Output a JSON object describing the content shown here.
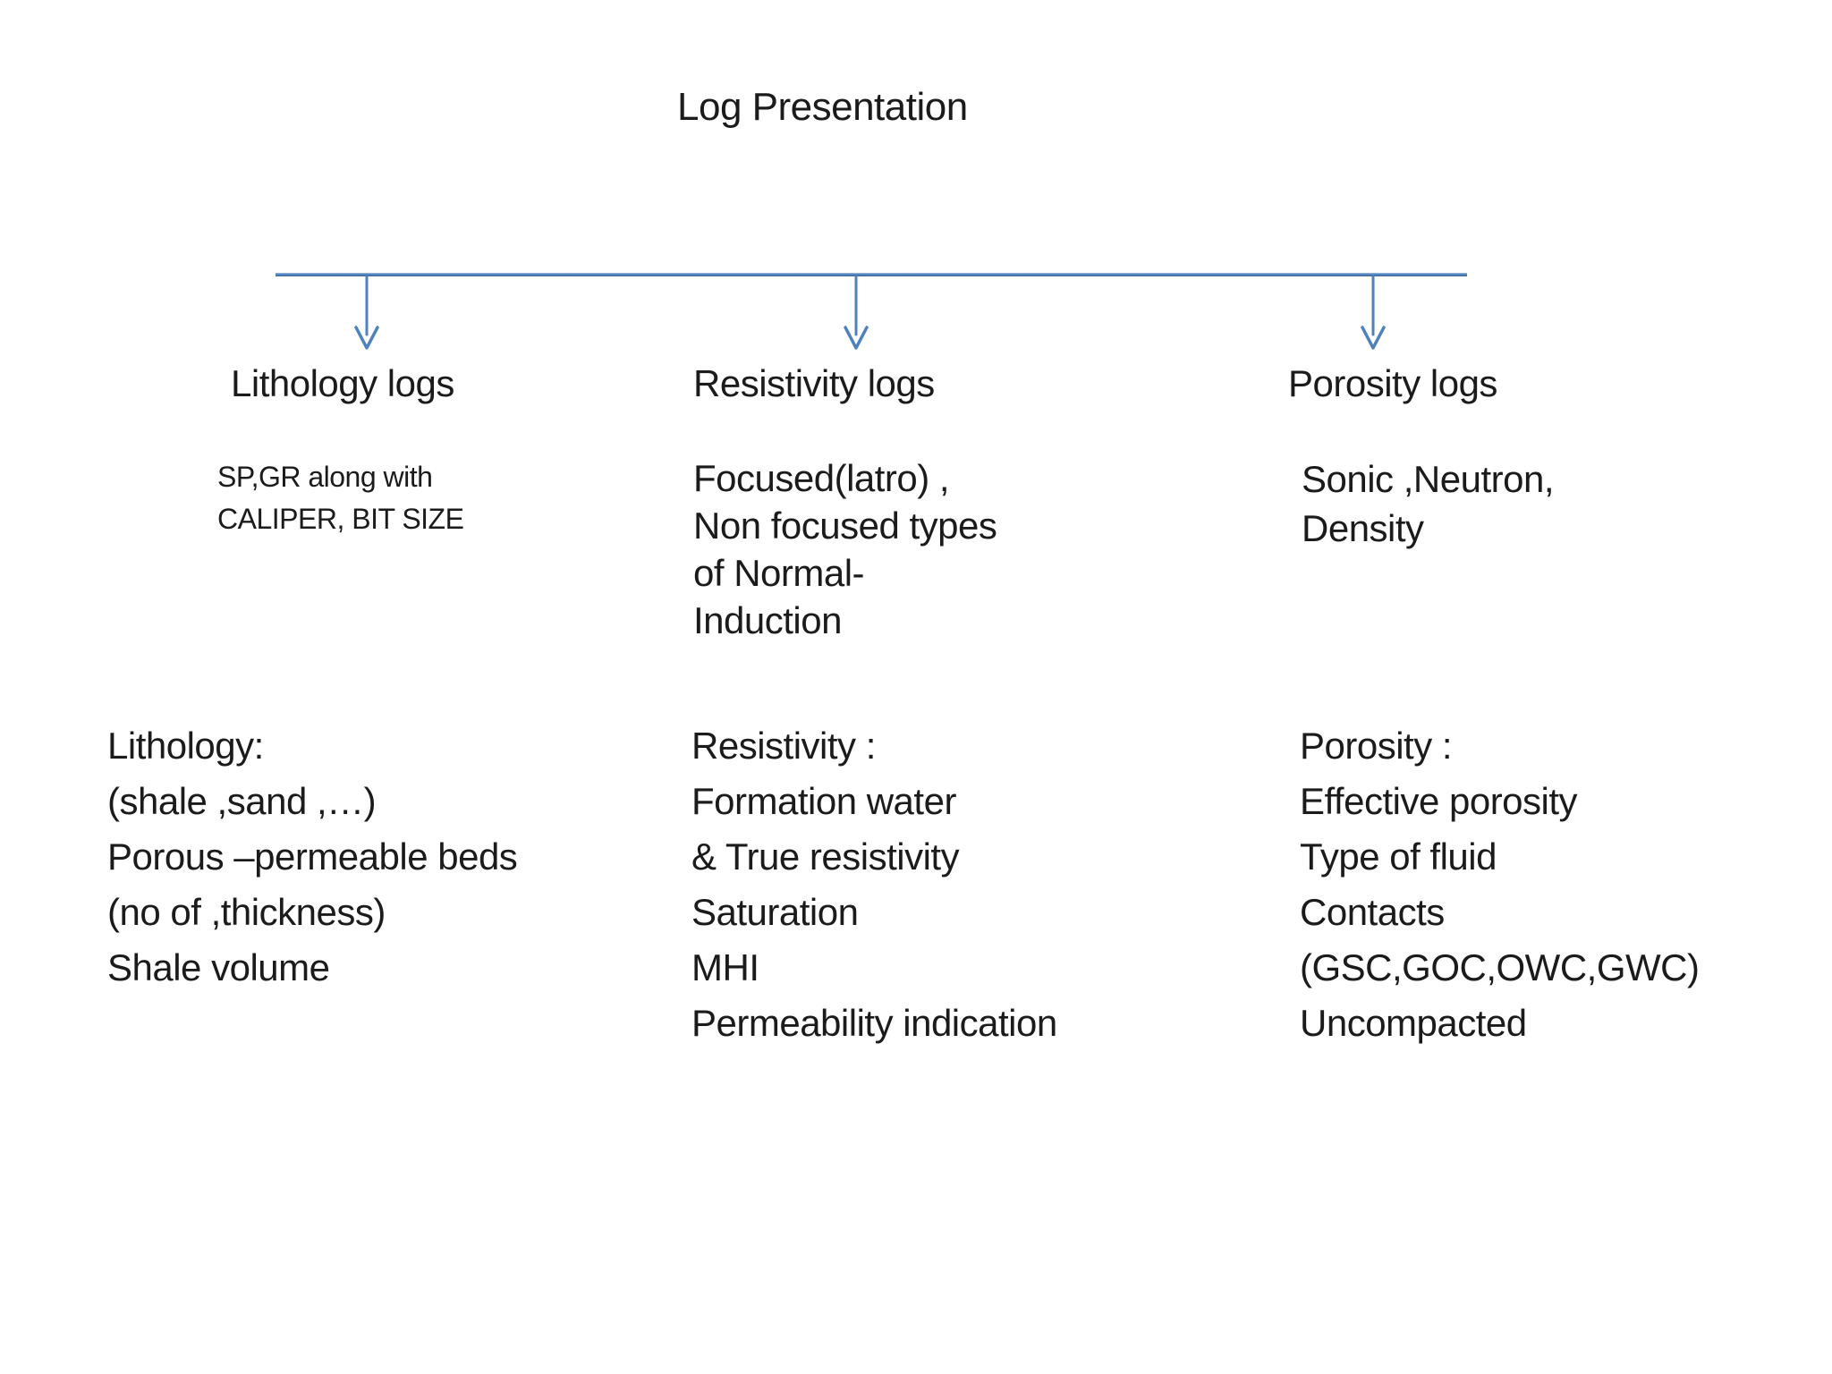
{
  "title": "Log Presentation",
  "colors": {
    "accent": "#4f81bd",
    "accent_dark": "#3f699e",
    "accent_light": "#a3c0de",
    "text": "#1b1b1b",
    "background": "#ffffff"
  },
  "icons": {
    "arrow_down": "arrow-down-icon"
  },
  "branches": [
    {
      "heading": "Lithology logs",
      "tools": [
        "SP,GR along with",
        "CALIPER, BIT SIZE"
      ],
      "details": [
        "Lithology:",
        "(shale ,sand ,…)",
        "Porous –permeable beds",
        "(no of ,thickness)",
        "Shale volume"
      ]
    },
    {
      "heading": "Resistivity logs",
      "tools": [
        "Focused(latro) ,",
        "Non focused types",
        "of Normal-",
        "Induction"
      ],
      "details": [
        "Resistivity :",
        "Formation water",
        "& True resistivity",
        "Saturation",
        "MHI",
        "Permeability indication"
      ]
    },
    {
      "heading": "Porosity logs",
      "tools": [
        "Sonic ,Neutron,",
        "Density"
      ],
      "details": [
        "Porosity :",
        "Effective porosity",
        "Type of fluid",
        "Contacts",
        "(GSC,GOC,OWC,GWC)",
        "Uncompacted"
      ]
    }
  ]
}
